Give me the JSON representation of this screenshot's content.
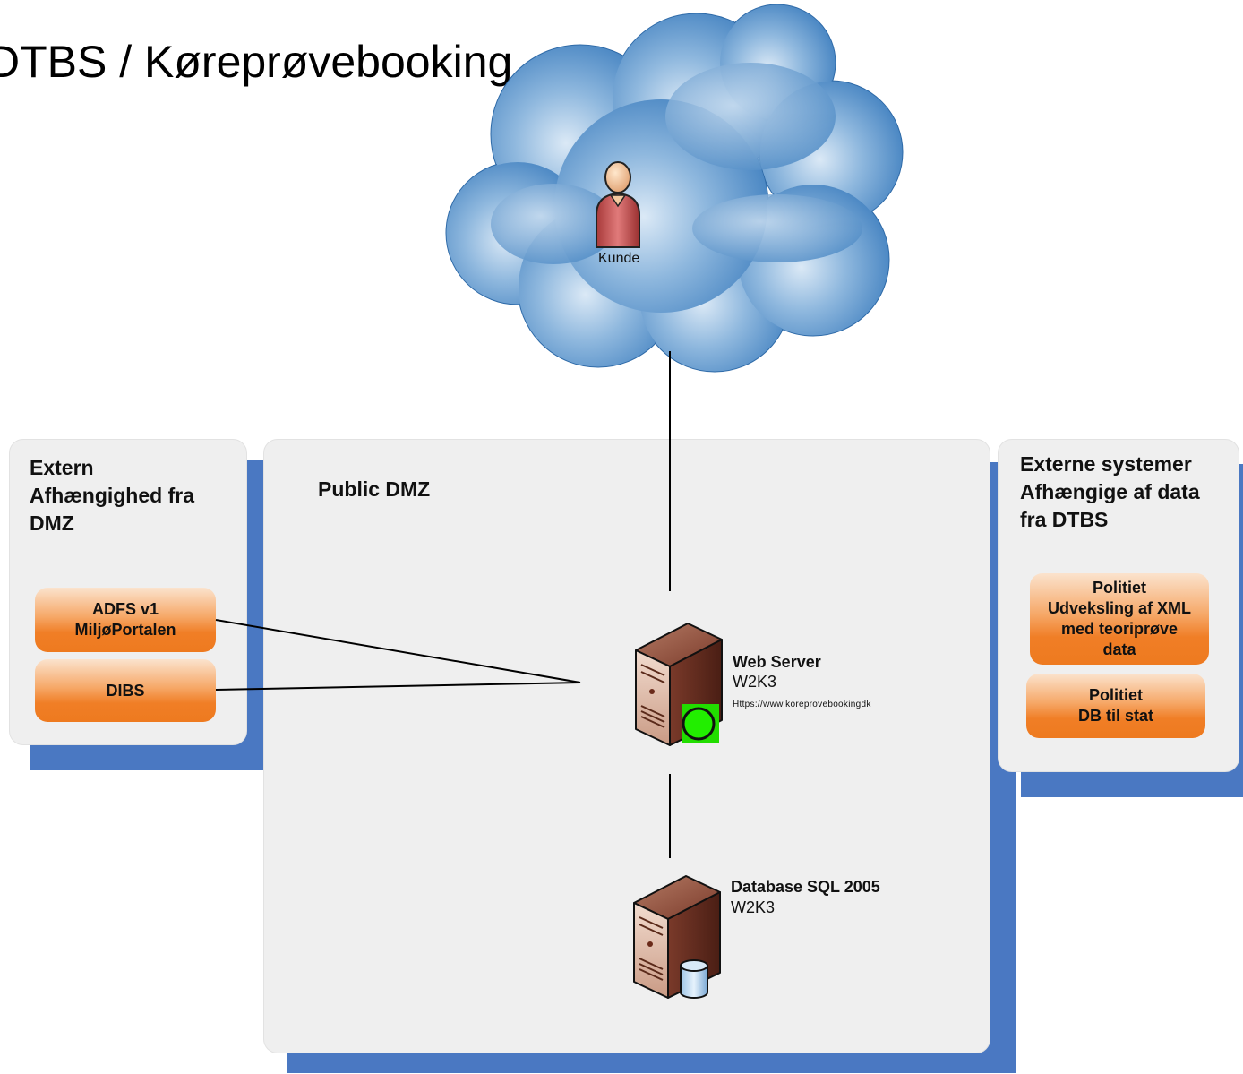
{
  "title": "DTBS / Køreprøvebooking",
  "cloud": {
    "person_label": "Kunde"
  },
  "left_panel": {
    "title": "Extern\nAfhængighed fra\nDMZ",
    "boxes": [
      "ADFS v1\nMiljøPortalen",
      "DIBS"
    ]
  },
  "center_panel": {
    "title": "Public DMZ",
    "web_server": {
      "name": "Web Server",
      "os": "W2K3",
      "url": "Https://www.koreprovebookingdk"
    },
    "db_server": {
      "name": "Database SQL 2005",
      "os": "W2K3"
    }
  },
  "right_panel": {
    "title": "Externe systemer\nAfhængige af data\nfra DTBS",
    "boxes": [
      "Politiet\nUdveksling af XML\nmed teoriprøve\ndata",
      "Politiet\nDB til stat"
    ]
  },
  "colors": {
    "panel_shadow": "#4a78c2",
    "orange": "#f07e26",
    "cloud": "#4f8fc7",
    "status_green": "#22dd00"
  }
}
